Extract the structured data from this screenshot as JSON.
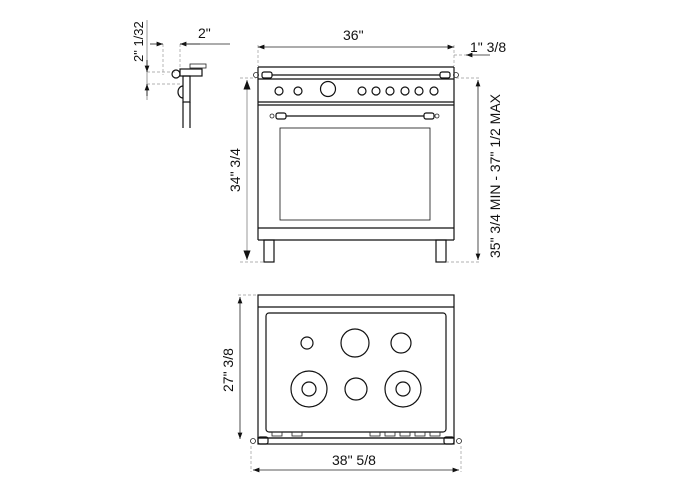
{
  "dimensions": {
    "side_depth_offset": "2\"",
    "side_height_offset": "2\" 1/32",
    "width": "36\"",
    "handle_projection": "1\" 3/8",
    "body_height": "34\" 3/4",
    "total_height": "35\" 3/4 MIN - 37\" 1/2 MAX",
    "depth": "27\" 3/8",
    "overall_width": "38\" 5/8"
  },
  "colors": {
    "line": "#111111",
    "guide": "#999999"
  }
}
